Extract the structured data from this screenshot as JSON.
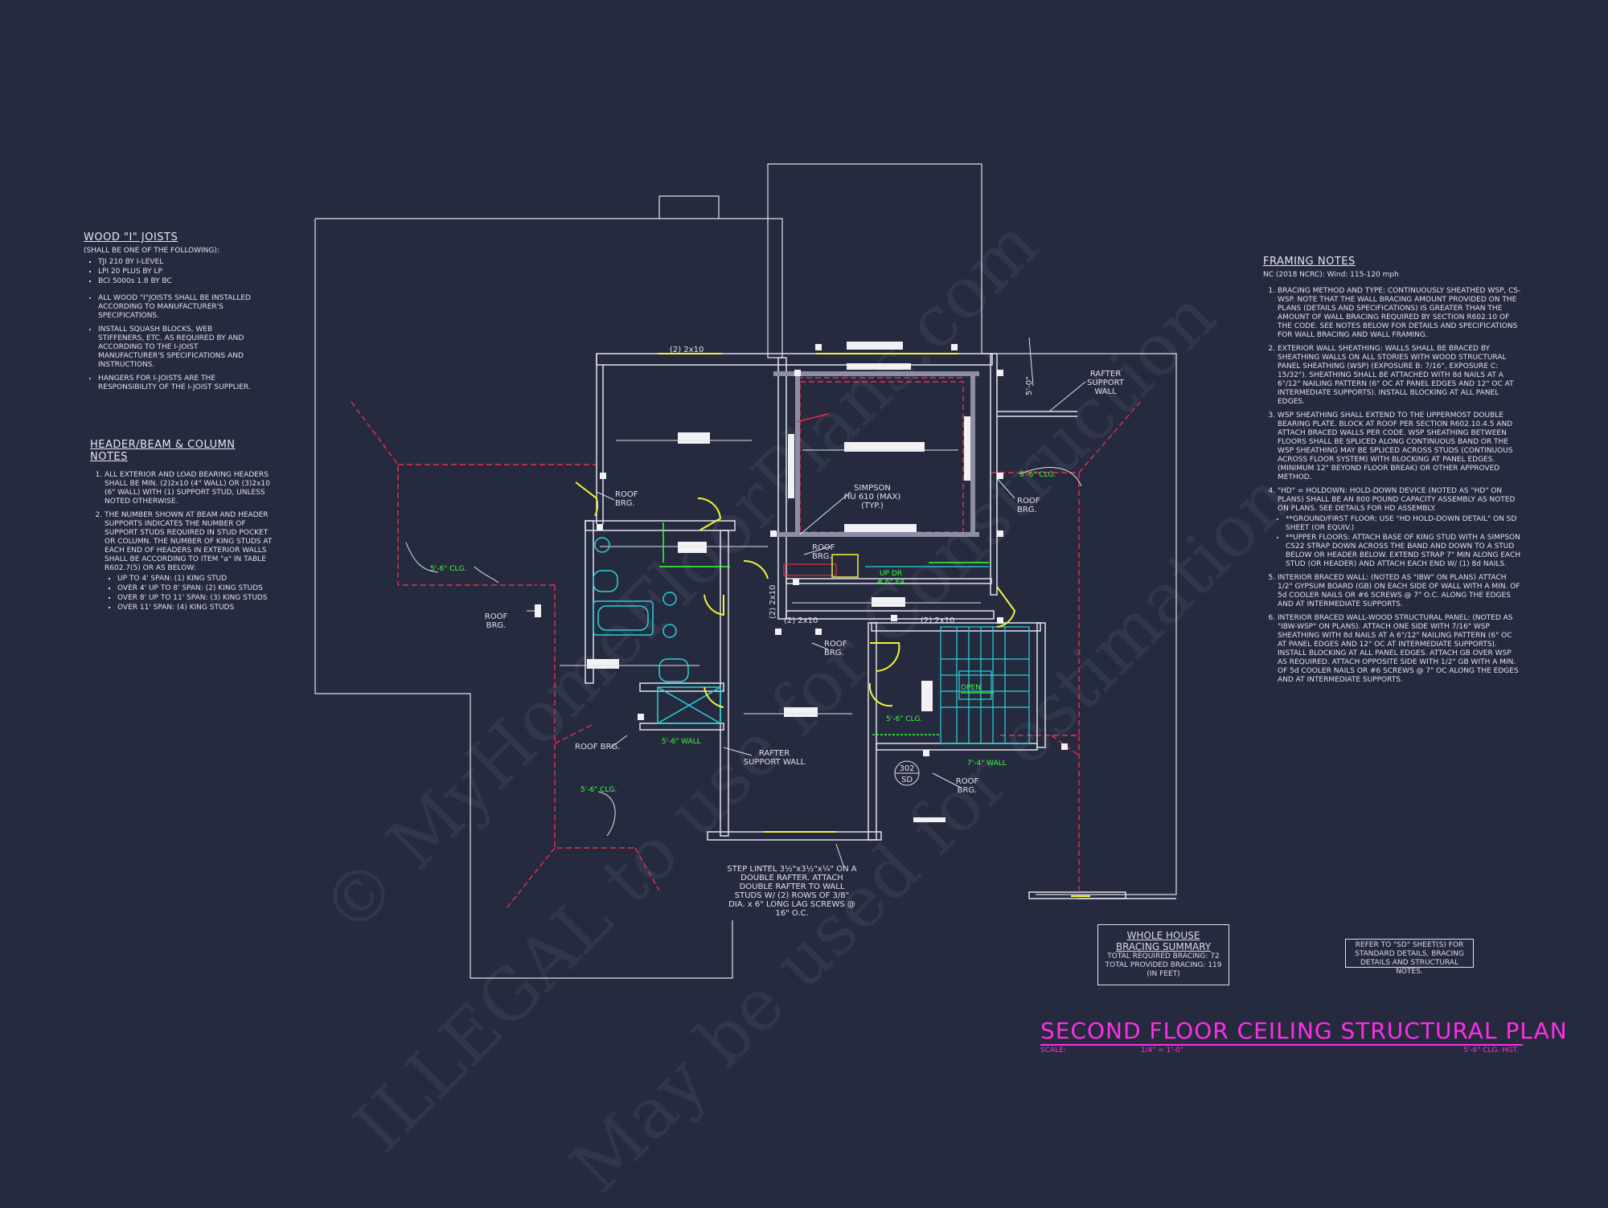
{
  "wood_joists": {
    "title": "WOOD \"I\" JOISTS",
    "subtitle": "(SHALL BE ONE OF THE FOLLOWING):",
    "options": [
      "TJI 210 BY I-LEVEL",
      "LPI 20 PLUS BY LP",
      "BCI 5000s 1.8 BY BC"
    ],
    "notes": [
      "ALL WOOD \"I\"JOISTS SHALL BE INSTALLED ACCORDING TO MANUFACTURER'S SPECIFICATIONS.",
      "INSTALL SQUASH BLOCKS, WEB STIFFENERS, ETC. AS REQUIRED BY AND ACCORDING TO THE I-JOIST MANUFACTURER'S SPECIFICATIONS AND INSTRUCTIONS.",
      "HANGERS FOR I-JOISTS ARE THE RESPONSIBILITY OF THE I-JOIST SUPPLIER."
    ]
  },
  "header_notes": {
    "title": "HEADER/BEAM & COLUMN NOTES",
    "note1": "ALL EXTERIOR AND LOAD BEARING HEADERS SHALL BE MIN. (2)2x10 (4\" WALL) OR (3)2x10 (6\" WALL) WITH (1) SUPPORT STUD, UNLESS NOTED OTHERWISE.",
    "note2": "THE NUMBER SHOWN AT BEAM AND HEADER SUPPORTS INDICATES THE NUMBER OF SUPPORT STUDS REQUIRED IN STUD POCKET OR COLUMN. THE NUMBER OF KING STUDS AT EACH END OF HEADERS IN EXTERIOR WALLS SHALL BE ACCORDING TO ITEM \"a\" IN TABLE R602.7(5) OR AS BELOW:",
    "studs": [
      "UP TO 4' SPAN: (1) KING STUD",
      "OVER 4' UP TO 8' SPAN: (2) KING STUDS",
      "OVER 8' UP TO 11' SPAN: (3) KING STUDS",
      "OVER 11' SPAN: (4) KING STUDS"
    ]
  },
  "framing_notes": {
    "title": "FRAMING NOTES",
    "subtitle": "NC (2018 NCRC): Wind: 115-120 mph",
    "notes": [
      "BRACING METHOD AND TYPE: CONTINUOUSLY SHEATHED WSP, CS-WSP. NOTE THAT THE WALL BRACING AMOUNT PROVIDED ON THE PLANS (DETAILS AND SPECIFICATIONS) IS GREATER THAN THE AMOUNT OF WALL BRACING REQUIRED BY SECTION R602.10 OF THE CODE. SEE NOTES BELOW FOR DETAILS AND SPECIFICATIONS FOR WALL BRACING AND WALL FRAMING.",
      "EXTERIOR WALL SHEATHING: WALLS SHALL BE BRACED BY SHEATHING WALLS ON ALL STORIES WITH WOOD STRUCTURAL PANEL SHEATHING (WSP) (EXPOSURE B: 7/16\", EXPOSURE C: 15/32\"). SHEATHING SHALL BE ATTACHED WITH 8d NAILS AT A 6\"/12\" NAILING PATTERN (6\" OC AT PANEL EDGES AND 12\" OC AT INTERMEDIATE SUPPORTS). INSTALL BLOCKING AT ALL PANEL EDGES.",
      "WSP SHEATHING SHALL EXTEND TO THE UPPERMOST DOUBLE BEARING PLATE. BLOCK AT ROOF PER SECTION R602.10.4.5 AND ATTACH BRACED WALLS PER CODE. WSP SHEATHING BETWEEN FLOORS SHALL BE SPLICED ALONG CONTINUOUS BAND OR THE WSP SHEATHING MAY BE SPLICED ACROSS STUDS (CONTINUOUS ACROSS FLOOR SYSTEM) WITH BLOCKING AT PANEL EDGES. (MINIMUM 12\" BEYOND FLOOR BREAK) OR OTHER APPROVED METHOD.",
      "\"HD\" = HOLDOWN: HOLD-DOWN DEVICE (NOTED AS \"HD\" ON PLANS) SHALL BE AN 800 POUND CAPACITY ASSEMBLY AS NOTED ON PLANS. SEE DETAILS FOR HD ASSEMBLY.",
      "INTERIOR BRACED WALL: (NOTED AS \"IBW\" ON PLANS) ATTACH 1/2\" GYPSUM BOARD (GB) ON EACH SIDE OF WALL WITH A MIN. OF 5d COOLER NAILS OR #6 SCREWS @ 7\" O.C. ALONG THE EDGES AND AT INTERMEDIATE SUPPORTS.",
      "INTERIOR BRACED WALL-WOOD STRUCTURAL PANEL: (NOTED AS \"IBW-WSP\" ON PLANS). ATTACH ONE SIDE WITH 7/16\" WSP SHEATHING WITH 8d NAILS AT A 6\"/12\" NAILING PATTERN (6\" OC AT PANEL EDGES AND 12\" OC AT INTERMEDIATE SUPPORTS). INSTALL BLOCKING AT ALL PANEL EDGES. ATTACH GB OVER WSP AS REQUIRED. ATTACH OPPOSITE SIDE WITH 1/2\" GB WITH A MIN. OF 5d COOLER NAILS OR #6 SCREWS @ 7\" OC ALONG THE EDGES AND AT INTERMEDIATE SUPPORTS."
    ],
    "hd_sub": [
      "**GROUND/FIRST FLOOR: USE \"HD HOLD-DOWN DETAIL\" ON SD SHEET (OR EQUIV.)",
      "**UPPER FLOORS: ATTACH BASE OF KING STUD WITH A SIMPSON CS22 STRAP DOWN ACROSS THE BAND AND DOWN TO A STUD BELOW OR HEADER BELOW. EXTEND STRAP 7\" MIN ALONG EACH STUD (OR HEADER) AND ATTACH EACH END W/ (1) 8d NAILS."
    ]
  },
  "plan_labels": {
    "header_2x10": "(2) 2x10",
    "roof_brg": "ROOF\nBRG.",
    "roof_brg_inline": "ROOF BRG.",
    "rafter_support_wall": "RAFTER\nSUPPORT\nWALL",
    "rafter_support_wall_2": "RAFTER\nSUPPORT WALL",
    "simpson": "SIMPSON\nHU 610 (MAX)\n(TYP.)",
    "clg_56": "5'-6\" CLG.",
    "clg_56_2": "5'-6\" CLG.",
    "dim_50": "5'-0\"",
    "step_lintel": "STEP LINTEL 3½\"x3½\"x¼\" ON A\nDOUBLE RAFTER. ATTACH\nDOUBLE RAFTER TO WALL\nSTUDS W/ (2) ROWS OF 3/8\"\nDIA. x 6\" LONG LAG SCREWS @\n16\" O.C.",
    "wall_56": "5'-6\" WALL",
    "wall_74": "7'-4\" WALL",
    "up_dr": "UP DR\n# 6\" EA",
    "open": "OPEN",
    "detail_tag_top": "302",
    "detail_tag_bottom": "SD"
  },
  "bracing_summary": {
    "title": "WHOLE HOUSE\nBRACING SUMMARY",
    "required": "TOTAL REQUIRED BRACING: 72",
    "provided": "TOTAL PROVIDED BRACING: 119",
    "units": "(IN FEET)"
  },
  "refer_note": "REFER TO \"SD\" SHEET(S) FOR STANDARD DETAILS, BRACING DETAILS AND STRUCTURAL NOTES.",
  "title_block": {
    "title": "SECOND FLOOR CEILING STRUCTURAL PLAN",
    "scale_label": "SCALE:",
    "scale_value": "1/4\" = 1'-0\"",
    "ceiling_height": "5'-6\" CLG. HGT."
  },
  "watermark": {
    "line1": "© MyHomeFloorPlans.com",
    "line2": "ILLEGAL to use for Construction",
    "line3": "May be used for estimation"
  },
  "colors": {
    "background": "#262a3f",
    "linework": "#dfe1ea",
    "ridge_red": "#e8304a",
    "accent_yellow": "#f2f23a",
    "fixture_cyan": "#25d4d8",
    "note_green": "#3cff3c",
    "title_magenta": "#ff2ee6"
  }
}
